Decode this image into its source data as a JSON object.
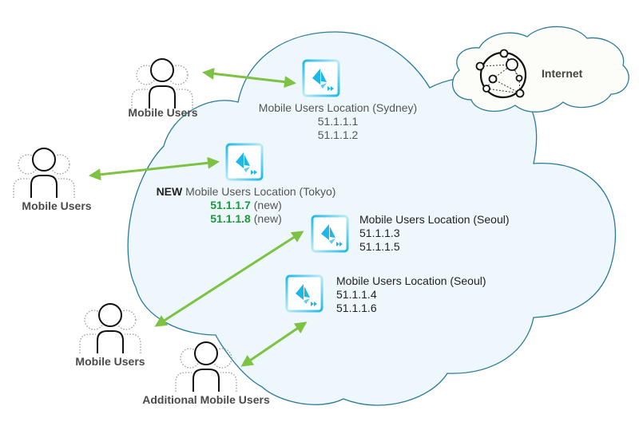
{
  "diagram": {
    "internet": {
      "label": "Internet"
    },
    "user_groups": [
      {
        "label": "Mobile Users"
      },
      {
        "label": "Mobile Users"
      },
      {
        "label": "Mobile Users"
      },
      {
        "label": "Additional Mobile Users"
      }
    ],
    "locations": [
      {
        "prefix": "",
        "name": "Mobile Users Location (Sydney)",
        "ips": [
          {
            "ip": "51.1.1.1",
            "suffix": ""
          },
          {
            "ip": "51.1.1.2",
            "suffix": ""
          }
        ]
      },
      {
        "prefix": "NEW",
        "name": "Mobile Users Location (Tokyo)",
        "ips": [
          {
            "ip": "51.1.1.7",
            "suffix": "(new)"
          },
          {
            "ip": "51.1.1.8",
            "suffix": "(new)"
          }
        ]
      },
      {
        "prefix": "",
        "name": "Mobile Users Location (Seoul)",
        "ips": [
          {
            "ip": "51.1.1.3",
            "suffix": ""
          },
          {
            "ip": "51.1.1.5",
            "suffix": ""
          }
        ]
      },
      {
        "prefix": "",
        "name": "Mobile Users Location (Seoul)",
        "ips": [
          {
            "ip": "51.1.1.4",
            "suffix": ""
          },
          {
            "ip": "51.1.1.6",
            "suffix": ""
          }
        ]
      }
    ],
    "colors": {
      "cloud_fill": "#eef7fc",
      "cloud_stroke": "#2a7a9a",
      "internet_fill": "#fcfcf8",
      "arrow": "#7dc242",
      "icon_accent": "#1db8e8",
      "new_ip": "#1a9a3a"
    }
  }
}
